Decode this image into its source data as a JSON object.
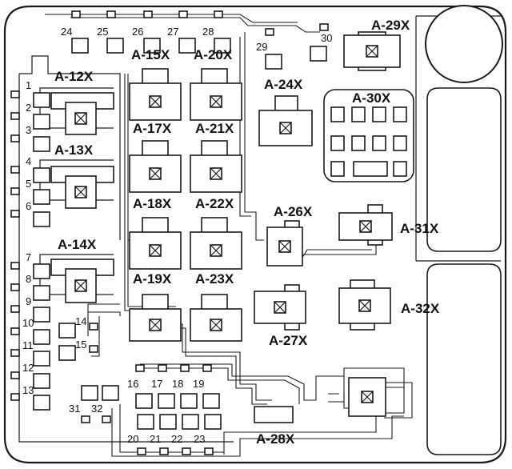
{
  "relays": [
    "A-12X",
    "A-13X",
    "A-14X",
    "A-15X",
    "A-17X",
    "A-18X",
    "A-19X",
    "A-20X",
    "A-21X",
    "A-22X",
    "A-23X",
    "A-24X",
    "A-26X",
    "A-27X",
    "A-28X",
    "A-29X",
    "A-30X",
    "A-31X",
    "A-32X"
  ],
  "fuses": [
    "1",
    "2",
    "3",
    "4",
    "5",
    "6",
    "7",
    "8",
    "9",
    "10",
    "11",
    "12",
    "13",
    "14",
    "15",
    "16",
    "17",
    "18",
    "19",
    "20",
    "21",
    "22",
    "23",
    "24",
    "25",
    "26",
    "27",
    "28",
    "29",
    "30",
    "31",
    "32"
  ]
}
